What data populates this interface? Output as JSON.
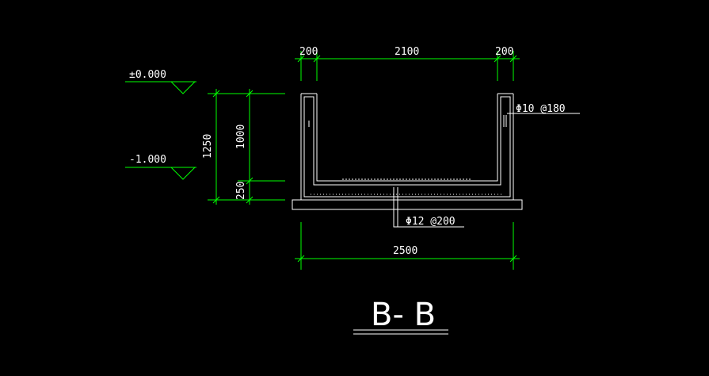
{
  "drawing": {
    "title": "B- B",
    "colors": {
      "background": "#000000",
      "dimension": "#00ff00",
      "structure": "#ffffff",
      "text": "#ffffff"
    },
    "top_dimensions": {
      "left_wall": "200",
      "inner_width": "2100",
      "right_wall": "200"
    },
    "bottom_dimension": "2500",
    "vertical_dimensions": {
      "total_height": "1250",
      "wall_height": "1000",
      "slab_thickness": "250"
    },
    "elevations": {
      "top": "±0.000",
      "bottom": "-1.000"
    },
    "rebar_labels": {
      "wall": "Φ10 @180",
      "slab": "Φ12 @200"
    }
  }
}
